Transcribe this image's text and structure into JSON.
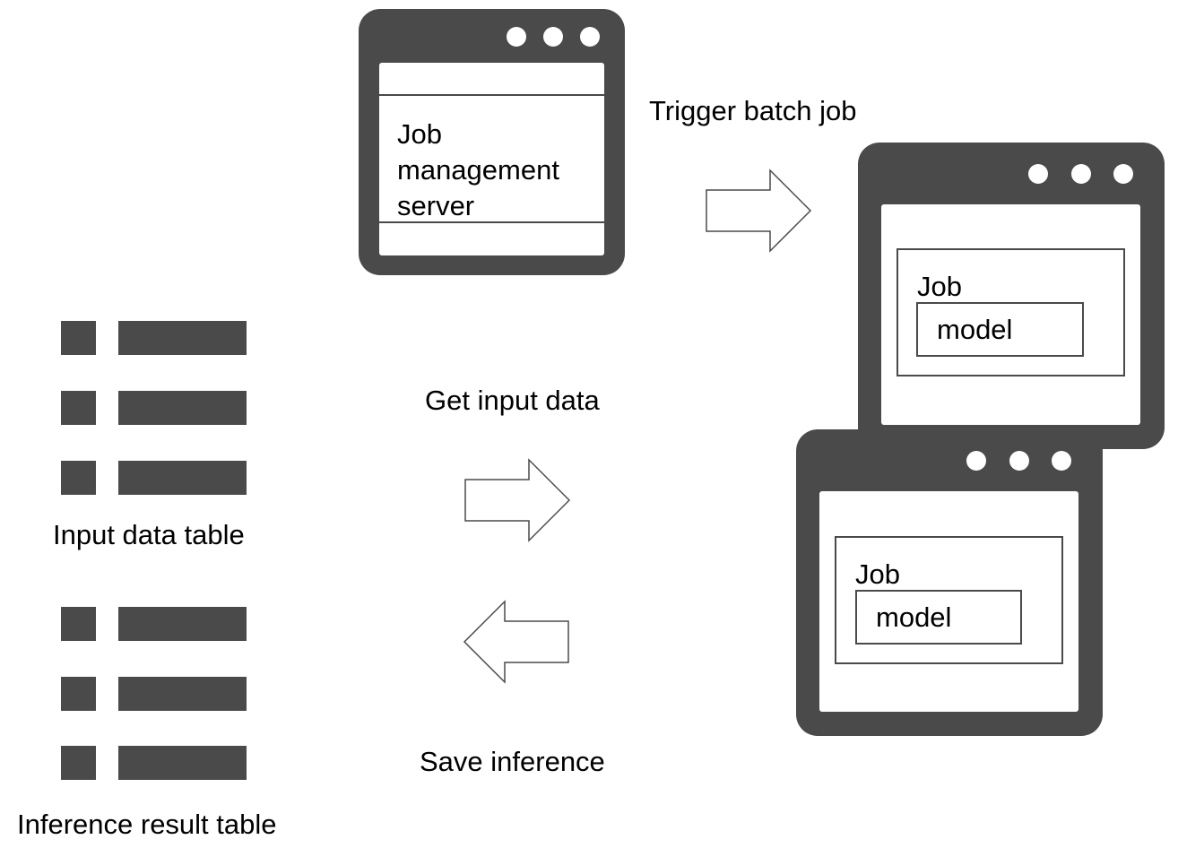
{
  "server": {
    "title_lines": [
      "Job",
      "management",
      "server"
    ]
  },
  "arrows": {
    "trigger_label": "Trigger batch job",
    "get_input_label": "Get input data",
    "save_label": "Save inference"
  },
  "jobs": [
    {
      "job_label": "Job",
      "model_label": "model"
    },
    {
      "job_label": "Job",
      "model_label": "model"
    }
  ],
  "tables": {
    "input_label": "Input data table",
    "result_label": "Inference result table"
  },
  "colors": {
    "dark": "#4a4a4a",
    "background": "#ffffff"
  }
}
